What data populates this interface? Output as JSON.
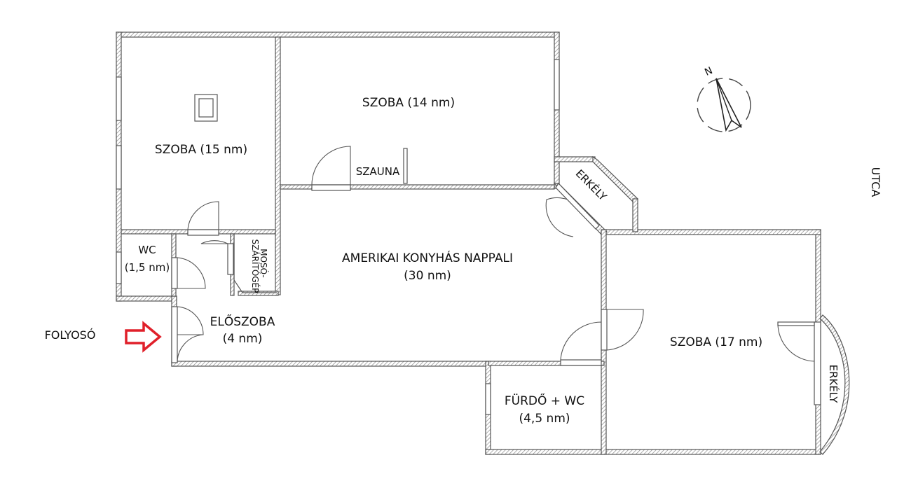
{
  "rooms": {
    "room_15": "SZOBA (15 nm)",
    "room_14": "SZOBA (14 nm)",
    "sauna": "SZAUNA",
    "wc_line1": "WC",
    "wc_line2": "(1,5 nm)",
    "laundry_line1": "MOSÓ-",
    "laundry_line2": "SZÁRÍTÓGÉP",
    "living_line1": "AMERIKAI KONYHÁS NAPPALI",
    "living_line2": "(30 nm)",
    "hall_line1": "ELŐSZOBA",
    "hall_line2": "(4 nm)",
    "bath_line1": "FÜRDŐ + WC",
    "bath_line2": "(4,5 nm)",
    "room_17": "SZOBA (17 nm)",
    "balcony_top": "ERKÉLY",
    "balcony_right": "ERKÉLY"
  },
  "surroundings": {
    "corridor": "FOLYOSÓ",
    "street": "UTCA"
  },
  "compass": {
    "north_letter": "N"
  },
  "colors": {
    "wall": "#555555",
    "entry_arrow": "#e0202a",
    "text": "#111111"
  },
  "icons": {
    "entry_arrow": "arrow-right-icon",
    "compass": "compass-icon"
  }
}
